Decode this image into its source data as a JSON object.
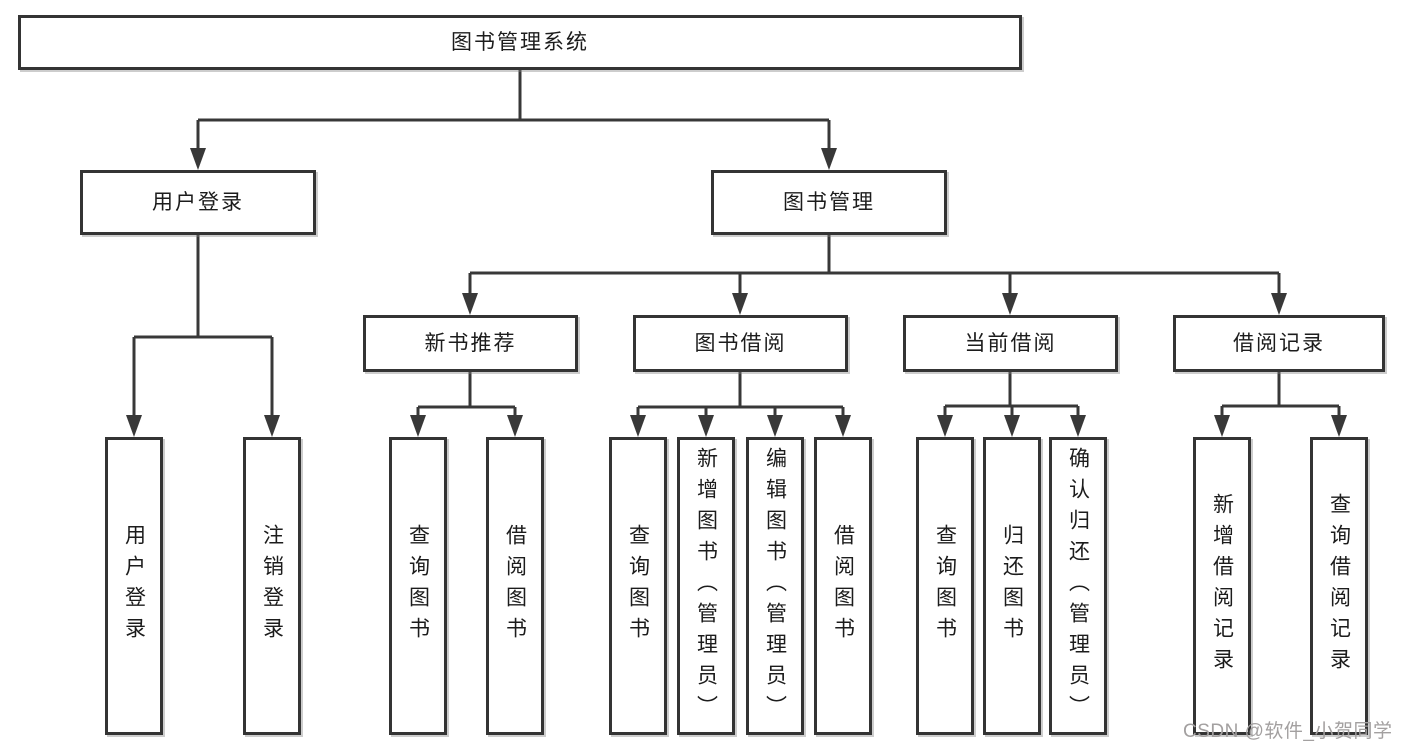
{
  "diagram": {
    "title_note": "library management system feature tree",
    "nodes": {
      "root": "图书管理系统",
      "level2": [
        "用户登录",
        "图书管理"
      ],
      "level3": [
        "新书推荐",
        "图书借阅",
        "当前借阅",
        "借阅记录"
      ],
      "leaves_user_login": [
        "用户登录",
        "注销登录"
      ],
      "leaves_new_book": [
        "查询图书",
        "借阅图书"
      ],
      "leaves_book_borrow": [
        "查询图书",
        "新增图书（管理员）",
        "编辑图书（管理员）",
        "借阅图书"
      ],
      "leaves_current_borrow": [
        "查询图书",
        "归还图书",
        "确认归还（管理员）"
      ],
      "leaves_borrow_record": [
        "新增借阅记录",
        "查询借阅记录"
      ]
    },
    "colors": {
      "background": "#ffffff",
      "line": "#383838",
      "box_border": "#343434",
      "text": "#1c1c1c",
      "watermark": "#a3a0a0"
    }
  },
  "watermark": {
    "text": "CSDN @软件_小贺同学"
  }
}
